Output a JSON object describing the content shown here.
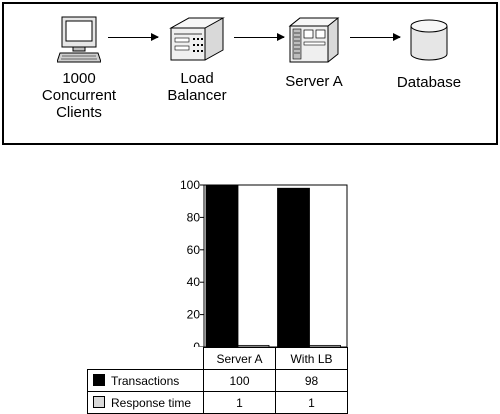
{
  "diagram": {
    "nodes": [
      {
        "label": "1000\nConcurrent\nClients",
        "icon": "computer-icon"
      },
      {
        "label": "Load\nBalancer",
        "icon": "load-balancer-icon"
      },
      {
        "label": "Server A",
        "icon": "server-icon"
      },
      {
        "label": "Database",
        "icon": "database-icon"
      }
    ]
  },
  "chart_data": {
    "type": "bar",
    "categories": [
      "Server A",
      "With LB"
    ],
    "series": [
      {
        "name": "Transactions",
        "values": [
          100,
          98
        ],
        "color": "#000000"
      },
      {
        "name": "Response time",
        "values": [
          1,
          1
        ],
        "color": "#d9d9d9"
      }
    ],
    "ylim": [
      0,
      100
    ],
    "yticks": [
      0,
      20,
      40,
      60,
      80,
      100
    ],
    "grid": false,
    "legend": "table-below"
  }
}
